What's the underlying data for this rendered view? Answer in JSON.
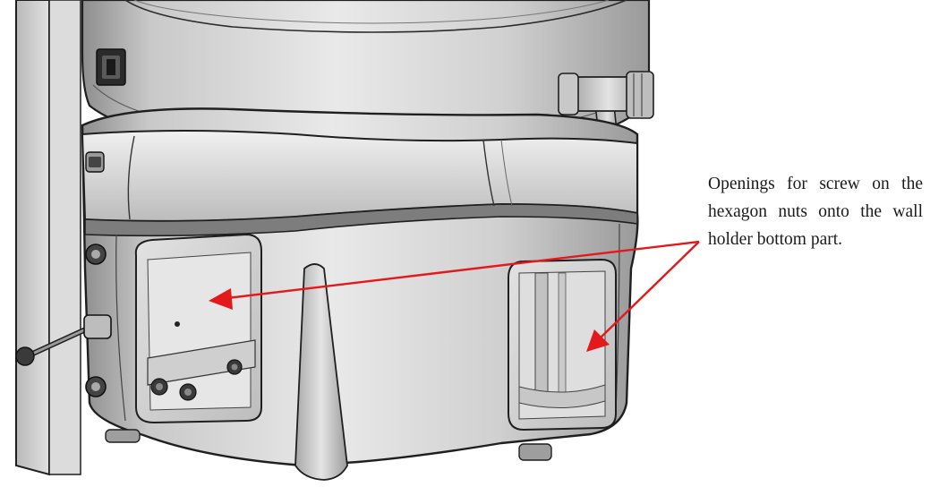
{
  "annotation": {
    "text": "Openings for screw on the hexagon nuts onto the wall holder bottom part."
  },
  "colors": {
    "arrow": "#e3191b",
    "outline": "#1f1f1f",
    "body_light": "#e6e6e6",
    "body_mid": "#bdbdbd",
    "body_dark": "#7a7a7a",
    "wall_panel": "#d4d4d4"
  },
  "parts": {
    "wall_panel": "wall-mounting-panel",
    "upper_tank": "upper-housing",
    "lower_housing": "wall-holder-bottom-part",
    "left_opening": "left-nut-access-opening",
    "right_opening": "right-nut-access-opening",
    "side_fitting": "t-fitting-connector",
    "power_switch": "switch-icon",
    "hose_connector": "hose-connector"
  }
}
